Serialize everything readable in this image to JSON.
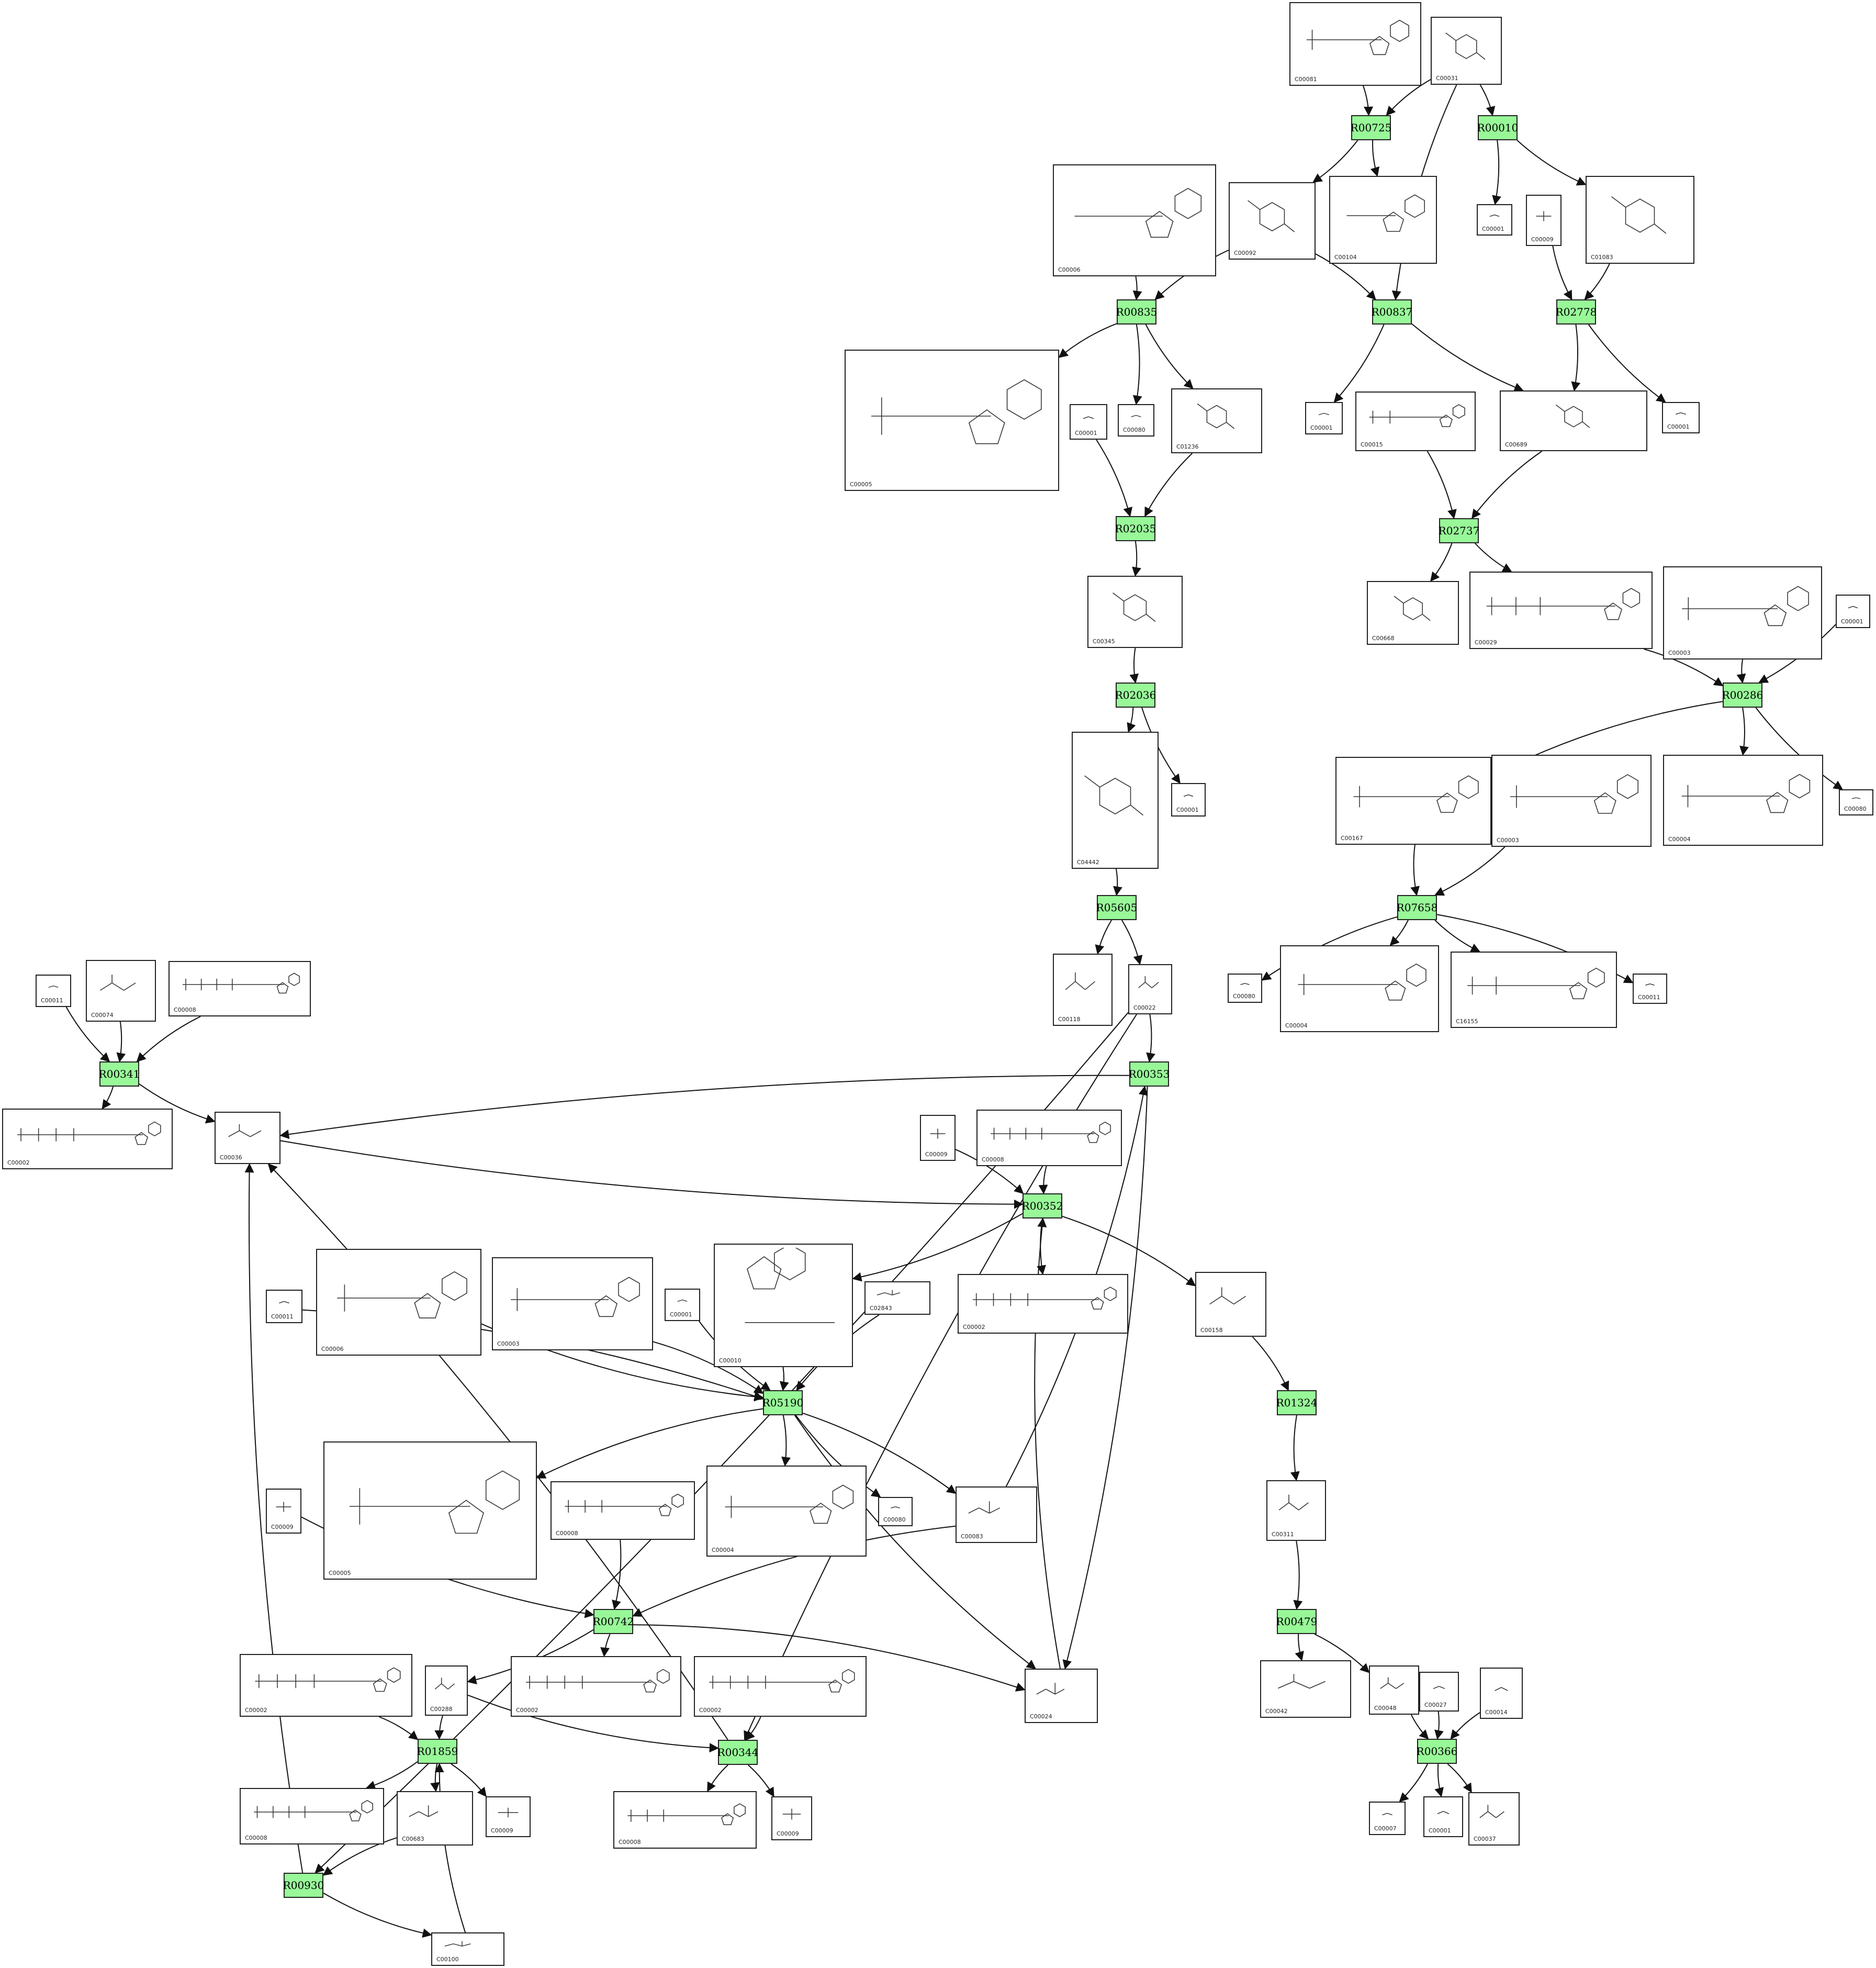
{
  "reactions": [
    {
      "id": "R00725",
      "label": "R00725"
    },
    {
      "id": "R00010",
      "label": "R00010"
    },
    {
      "id": "R00835",
      "label": "R00835"
    },
    {
      "id": "R00837",
      "label": "R00837"
    },
    {
      "id": "R02778",
      "label": "R02778"
    },
    {
      "id": "R02035",
      "label": "R02035"
    },
    {
      "id": "R02737",
      "label": "R02737"
    },
    {
      "id": "R02036",
      "label": "R02036"
    },
    {
      "id": "R00286",
      "label": "R00286"
    },
    {
      "id": "R05605",
      "label": "R05605"
    },
    {
      "id": "R07658",
      "label": "R07658"
    },
    {
      "id": "R00341",
      "label": "R00341"
    },
    {
      "id": "R00353",
      "label": "R00353"
    },
    {
      "id": "R00352",
      "label": "R00352"
    },
    {
      "id": "R05190",
      "label": "R05190"
    },
    {
      "id": "R01324",
      "label": "R01324"
    },
    {
      "id": "R00742",
      "label": "R00742"
    },
    {
      "id": "R00479",
      "label": "R00479"
    },
    {
      "id": "R00344",
      "label": "R00344"
    },
    {
      "id": "R01859",
      "label": "R01859"
    },
    {
      "id": "R00366",
      "label": "R00366"
    },
    {
      "id": "R00930",
      "label": "R00930"
    }
  ],
  "compounds": [
    {
      "key": "c1",
      "id": "C00081",
      "icon": "nucleotide-structure"
    },
    {
      "key": "c2",
      "id": "C00031",
      "icon": "sugar-structure"
    },
    {
      "key": "c3",
      "id": "C00006",
      "icon": "nucleotide-structure"
    },
    {
      "key": "c4",
      "id": "C00092",
      "icon": "sugar-structure"
    },
    {
      "key": "c5",
      "id": "C00104",
      "icon": "nucleotide-structure"
    },
    {
      "key": "c6",
      "id": "C00001",
      "icon": "water-structure"
    },
    {
      "key": "c7",
      "id": "C00009",
      "icon": "phosphate-structure"
    },
    {
      "key": "c8",
      "id": "C01083",
      "icon": "sugar-structure"
    },
    {
      "key": "c9",
      "id": "C00005",
      "icon": "nucleotide-structure"
    },
    {
      "key": "c10",
      "id": "C00001",
      "icon": "water-structure"
    },
    {
      "key": "c11",
      "id": "C00080",
      "icon": "proton-structure"
    },
    {
      "key": "c12",
      "id": "C01236",
      "icon": "sugar-structure"
    },
    {
      "key": "c13",
      "id": "C00001",
      "icon": "water-structure"
    },
    {
      "key": "c14",
      "id": "C00015",
      "icon": "nucleotide-structure"
    },
    {
      "key": "c15",
      "id": "C00689",
      "icon": "sugar-structure"
    },
    {
      "key": "c16",
      "id": "C00001",
      "icon": "water-structure"
    },
    {
      "key": "c17",
      "id": "C00345",
      "icon": "sugar-acid-structure"
    },
    {
      "key": "c18",
      "id": "C00668",
      "icon": "sugar-structure"
    },
    {
      "key": "c19",
      "id": "C00029",
      "icon": "nucleotide-structure"
    },
    {
      "key": "c20",
      "id": "C00003",
      "icon": "nucleotide-structure"
    },
    {
      "key": "c21",
      "id": "C00001",
      "icon": "water-structure"
    },
    {
      "key": "c22",
      "id": "C04442",
      "icon": "sugar-acid-structure"
    },
    {
      "key": "c23",
      "id": "C00001",
      "icon": "water-structure"
    },
    {
      "key": "c24",
      "id": "C00167",
      "icon": "nucleotide-structure"
    },
    {
      "key": "c25",
      "id": "C00003",
      "icon": "nucleotide-structure"
    },
    {
      "key": "c26",
      "id": "C00004",
      "icon": "nucleotide-structure"
    },
    {
      "key": "c27",
      "id": "C00080",
      "icon": "proton-structure"
    },
    {
      "key": "c28",
      "id": "C00118",
      "icon": "small-acid-structure"
    },
    {
      "key": "c29",
      "id": "C00022",
      "icon": "small-acid-structure"
    },
    {
      "key": "c30",
      "id": "C00080",
      "icon": "proton-structure"
    },
    {
      "key": "c31",
      "id": "C00004",
      "icon": "nucleotide-structure"
    },
    {
      "key": "c32",
      "id": "C16155",
      "icon": "nucleotide-structure"
    },
    {
      "key": "c33",
      "id": "C00011",
      "icon": "co2-structure"
    },
    {
      "key": "c34",
      "id": "C00011",
      "icon": "co2-structure"
    },
    {
      "key": "c35",
      "id": "C00074",
      "icon": "small-acid-structure"
    },
    {
      "key": "c36",
      "id": "C00008",
      "icon": "nucleotide-structure"
    },
    {
      "key": "c37",
      "id": "C00002",
      "icon": "nucleotide-structure"
    },
    {
      "key": "c38",
      "id": "C00036",
      "icon": "small-acid-structure"
    },
    {
      "key": "c39",
      "id": "C00009",
      "icon": "phosphate-structure"
    },
    {
      "key": "c40",
      "id": "C00008",
      "icon": "nucleotide-structure"
    },
    {
      "key": "c41",
      "id": "C00006",
      "icon": "nucleotide-structure"
    },
    {
      "key": "c42",
      "id": "C00003",
      "icon": "nucleotide-structure"
    },
    {
      "key": "c43",
      "id": "C00001",
      "icon": "water-structure"
    },
    {
      "key": "c44",
      "id": "C00010",
      "icon": "coa-structure"
    },
    {
      "key": "c45",
      "id": "C02843",
      "icon": "acyl-coa-structure"
    },
    {
      "key": "c46",
      "id": "C00002",
      "icon": "nucleotide-structure"
    },
    {
      "key": "c47",
      "id": "C00158",
      "icon": "small-acid-structure"
    },
    {
      "key": "c48",
      "id": "C00011",
      "icon": "co2-structure"
    },
    {
      "key": "c49",
      "id": "C00005",
      "icon": "nucleotide-structure"
    },
    {
      "key": "c50",
      "id": "C00009",
      "icon": "phosphate-structure"
    },
    {
      "key": "c51",
      "id": "C00008",
      "icon": "nucleotide-structure"
    },
    {
      "key": "c52",
      "id": "C00004",
      "icon": "nucleotide-structure"
    },
    {
      "key": "c53",
      "id": "C00080",
      "icon": "proton-structure"
    },
    {
      "key": "c54",
      "id": "C00083",
      "icon": "acyl-coa-structure"
    },
    {
      "key": "c55",
      "id": "C00311",
      "icon": "small-acid-structure"
    },
    {
      "key": "c56",
      "id": "C00002",
      "icon": "nucleotide-structure"
    },
    {
      "key": "c57",
      "id": "C00288",
      "icon": "small-acid-structure"
    },
    {
      "key": "c58",
      "id": "C00002",
      "icon": "nucleotide-structure"
    },
    {
      "key": "c59",
      "id": "C00002",
      "icon": "nucleotide-structure"
    },
    {
      "key": "c60",
      "id": "C00024",
      "icon": "acyl-coa-structure"
    },
    {
      "key": "c61",
      "id": "C00042",
      "icon": "small-acid-structure"
    },
    {
      "key": "c62",
      "id": "C00048",
      "icon": "small-acid-structure"
    },
    {
      "key": "c63",
      "id": "C00027",
      "icon": "peroxide-structure"
    },
    {
      "key": "c64",
      "id": "C00014",
      "icon": "ammonia-structure"
    },
    {
      "key": "c65",
      "id": "C00008",
      "icon": "nucleotide-structure"
    },
    {
      "key": "c66",
      "id": "C00683",
      "icon": "acyl-coa-structure"
    },
    {
      "key": "c67",
      "id": "C00009",
      "icon": "phosphate-structure"
    },
    {
      "key": "c68",
      "id": "C00008",
      "icon": "nucleotide-structure"
    },
    {
      "key": "c69",
      "id": "C00009",
      "icon": "phosphate-structure"
    },
    {
      "key": "c70",
      "id": "C00007",
      "icon": "oxygen-structure"
    },
    {
      "key": "c71",
      "id": "C00001",
      "icon": "water-structure"
    },
    {
      "key": "c72",
      "id": "C00037",
      "icon": "small-acid-structure"
    },
    {
      "key": "c73",
      "id": "C00100",
      "icon": "acyl-coa-structure"
    }
  ]
}
